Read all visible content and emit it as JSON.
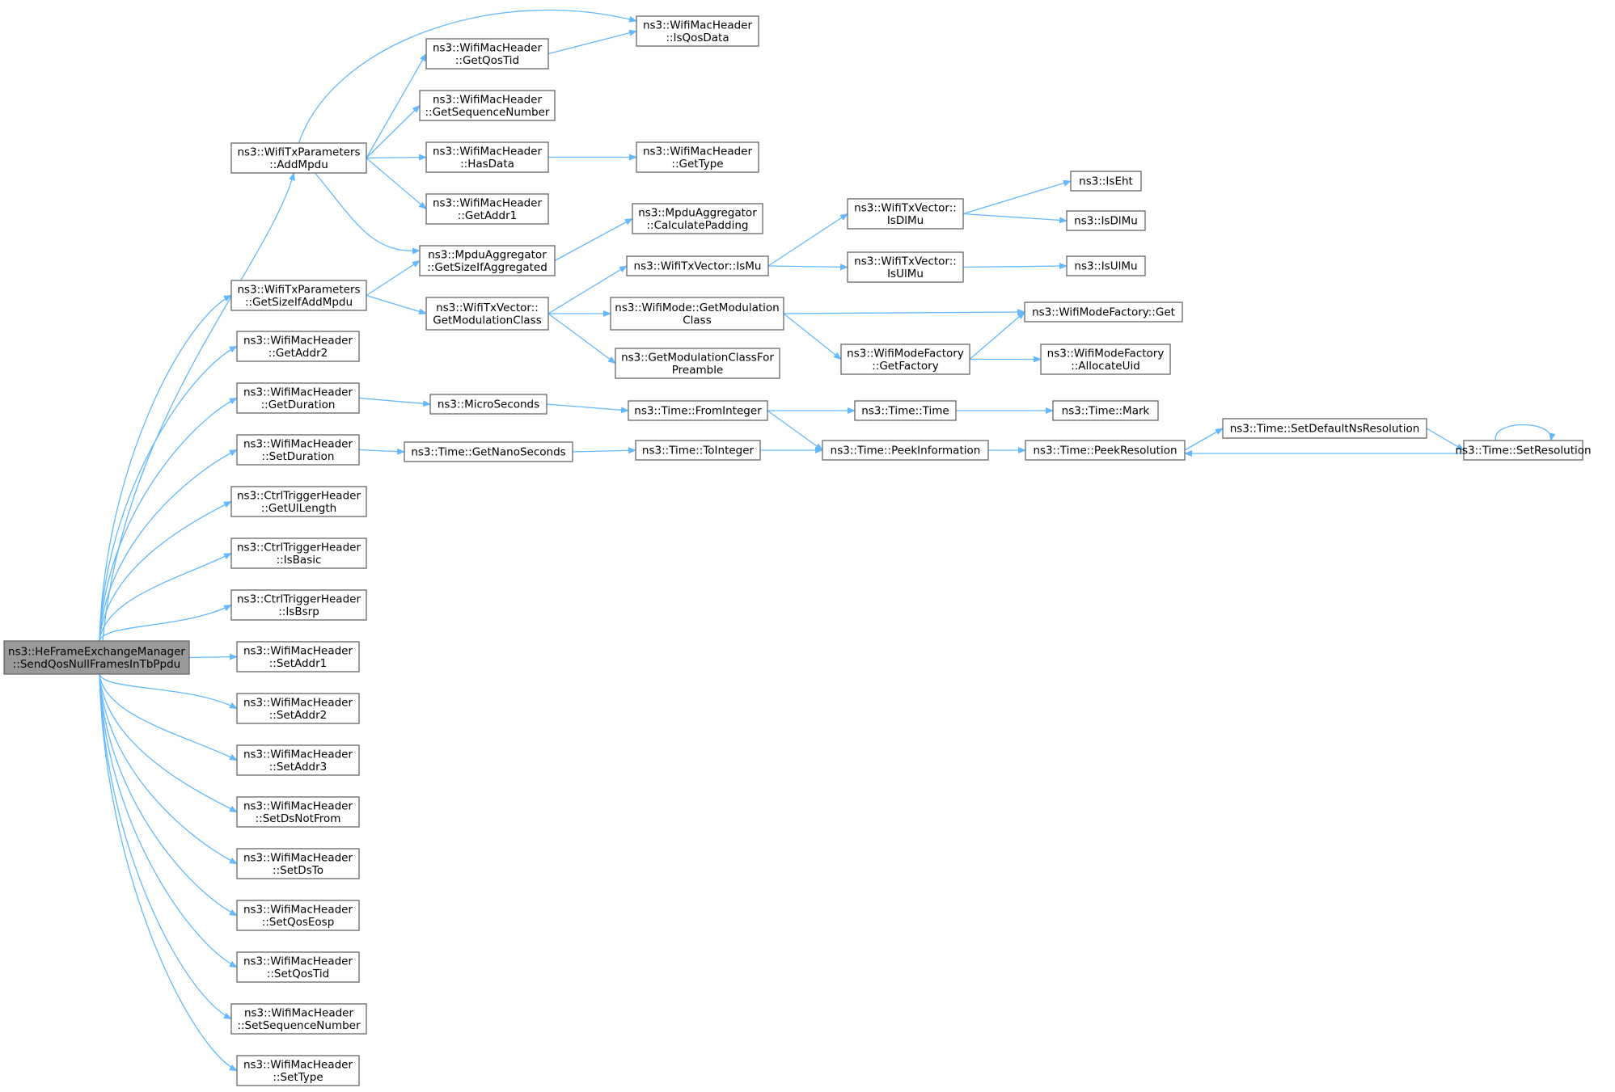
{
  "graph": {
    "edge_color": "#63b8ff",
    "node_fill": "#ffffff",
    "root_fill": "#999999",
    "node_border": "#666666",
    "root": "root",
    "nodes": [
      {
        "id": "root",
        "lines": [
          "ns3::HeFrameExchangeManager",
          "::SendQosNullFramesInTbPpdu"
        ]
      },
      {
        "id": "addMpdu",
        "lines": [
          "ns3::WifiTxParameters",
          "::AddMpdu"
        ]
      },
      {
        "id": "getSizeIfAddMpdu",
        "lines": [
          "ns3::WifiTxParameters",
          "::GetSizeIfAddMpdu"
        ]
      },
      {
        "id": "getAddr2",
        "lines": [
          "ns3::WifiMacHeader",
          "::GetAddr2"
        ]
      },
      {
        "id": "getDuration",
        "lines": [
          "ns3::WifiMacHeader",
          "::GetDuration"
        ]
      },
      {
        "id": "setDuration",
        "lines": [
          "ns3::WifiMacHeader",
          "::SetDuration"
        ]
      },
      {
        "id": "getUlLength",
        "lines": [
          "ns3::CtrlTriggerHeader",
          "::GetUlLength"
        ]
      },
      {
        "id": "isBasic",
        "lines": [
          "ns3::CtrlTriggerHeader",
          "::IsBasic"
        ]
      },
      {
        "id": "isBsrp",
        "lines": [
          "ns3::CtrlTriggerHeader",
          "::IsBsrp"
        ]
      },
      {
        "id": "setAddr1",
        "lines": [
          "ns3::WifiMacHeader",
          "::SetAddr1"
        ]
      },
      {
        "id": "setAddr2",
        "lines": [
          "ns3::WifiMacHeader",
          "::SetAddr2"
        ]
      },
      {
        "id": "setAddr3",
        "lines": [
          "ns3::WifiMacHeader",
          "::SetAddr3"
        ]
      },
      {
        "id": "setDsNotFrom",
        "lines": [
          "ns3::WifiMacHeader",
          "::SetDsNotFrom"
        ]
      },
      {
        "id": "setDsTo",
        "lines": [
          "ns3::WifiMacHeader",
          "::SetDsTo"
        ]
      },
      {
        "id": "setQosEosp",
        "lines": [
          "ns3::WifiMacHeader",
          "::SetQosEosp"
        ]
      },
      {
        "id": "setQosTid",
        "lines": [
          "ns3::WifiMacHeader",
          "::SetQosTid"
        ]
      },
      {
        "id": "setSequenceNumber",
        "lines": [
          "ns3::WifiMacHeader",
          "::SetSequenceNumber"
        ]
      },
      {
        "id": "setType",
        "lines": [
          "ns3::WifiMacHeader",
          "::SetType"
        ]
      },
      {
        "id": "getQosTid",
        "lines": [
          "ns3::WifiMacHeader",
          "::GetQosTid"
        ]
      },
      {
        "id": "getSequenceNumber",
        "lines": [
          "ns3::WifiMacHeader",
          "::GetSequenceNumber"
        ]
      },
      {
        "id": "hasData",
        "lines": [
          "ns3::WifiMacHeader",
          "::HasData"
        ]
      },
      {
        "id": "getAddr1",
        "lines": [
          "ns3::WifiMacHeader",
          "::GetAddr1"
        ]
      },
      {
        "id": "getSizeIfAggregated",
        "lines": [
          "ns3::MpduAggregator",
          "::GetSizeIfAggregated"
        ]
      },
      {
        "id": "getModulationClassTx",
        "lines": [
          "ns3::WifiTxVector::",
          "GetModulationClass"
        ]
      },
      {
        "id": "microSeconds",
        "lines": [
          "ns3::MicroSeconds"
        ]
      },
      {
        "id": "getNanoSeconds",
        "lines": [
          "ns3::Time::GetNanoSeconds"
        ]
      },
      {
        "id": "isQosData",
        "lines": [
          "ns3::WifiMacHeader",
          "::IsQosData"
        ]
      },
      {
        "id": "getType",
        "lines": [
          "ns3::WifiMacHeader",
          "::GetType"
        ]
      },
      {
        "id": "calculatePadding",
        "lines": [
          "ns3::MpduAggregator",
          "::CalculatePadding"
        ]
      },
      {
        "id": "isMu",
        "lines": [
          "ns3::WifiTxVector::IsMu"
        ]
      },
      {
        "id": "getModulationClassMode",
        "lines": [
          "ns3::WifiMode::GetModulation",
          "Class"
        ]
      },
      {
        "id": "getModulationClassForPreamble",
        "lines": [
          "ns3::GetModulationClassFor",
          "Preamble"
        ]
      },
      {
        "id": "fromInteger",
        "lines": [
          "ns3::Time::FromInteger"
        ]
      },
      {
        "id": "toInteger",
        "lines": [
          "ns3::Time::ToInteger"
        ]
      },
      {
        "id": "isDlMuTx",
        "lines": [
          "ns3::WifiTxVector::",
          "IsDlMu"
        ]
      },
      {
        "id": "isUlMuTx",
        "lines": [
          "ns3::WifiTxVector::",
          "IsUlMu"
        ]
      },
      {
        "id": "getFactory",
        "lines": [
          "ns3::WifiModeFactory",
          "::GetFactory"
        ]
      },
      {
        "id": "timeTime",
        "lines": [
          "ns3::Time::Time"
        ]
      },
      {
        "id": "peekInformation",
        "lines": [
          "ns3::Time::PeekInformation"
        ]
      },
      {
        "id": "isEht",
        "lines": [
          "ns3::IsEht"
        ]
      },
      {
        "id": "isDlMu",
        "lines": [
          "ns3::IsDlMu"
        ]
      },
      {
        "id": "isUlMu",
        "lines": [
          "ns3::IsUlMu"
        ]
      },
      {
        "id": "factoryGet",
        "lines": [
          "ns3::WifiModeFactory::Get"
        ]
      },
      {
        "id": "allocateUid",
        "lines": [
          "ns3::WifiModeFactory",
          "::AllocateUid"
        ]
      },
      {
        "id": "timeMark",
        "lines": [
          "ns3::Time::Mark"
        ]
      },
      {
        "id": "peekResolution",
        "lines": [
          "ns3::Time::PeekResolution"
        ]
      },
      {
        "id": "setDefaultNsResolution",
        "lines": [
          "ns3::Time::SetDefaultNsResolution"
        ]
      },
      {
        "id": "setResolution",
        "lines": [
          "ns3::Time::SetResolution"
        ]
      }
    ],
    "edges": [
      [
        "root",
        "addMpdu"
      ],
      [
        "root",
        "getSizeIfAddMpdu"
      ],
      [
        "root",
        "getAddr2"
      ],
      [
        "root",
        "getDuration"
      ],
      [
        "root",
        "setDuration"
      ],
      [
        "root",
        "getUlLength"
      ],
      [
        "root",
        "isBasic"
      ],
      [
        "root",
        "isBsrp"
      ],
      [
        "root",
        "setAddr1"
      ],
      [
        "root",
        "setAddr2"
      ],
      [
        "root",
        "setAddr3"
      ],
      [
        "root",
        "setDsNotFrom"
      ],
      [
        "root",
        "setDsTo"
      ],
      [
        "root",
        "setQosEosp"
      ],
      [
        "root",
        "setQosTid"
      ],
      [
        "root",
        "setSequenceNumber"
      ],
      [
        "root",
        "setType"
      ],
      [
        "addMpdu",
        "isQosData"
      ],
      [
        "addMpdu",
        "getQosTid"
      ],
      [
        "addMpdu",
        "getSequenceNumber"
      ],
      [
        "addMpdu",
        "hasData"
      ],
      [
        "addMpdu",
        "getAddr1"
      ],
      [
        "addMpdu",
        "getSizeIfAggregated"
      ],
      [
        "getQosTid",
        "isQosData"
      ],
      [
        "hasData",
        "getType"
      ],
      [
        "getSizeIfAddMpdu",
        "getSizeIfAggregated"
      ],
      [
        "getSizeIfAddMpdu",
        "getModulationClassTx"
      ],
      [
        "getSizeIfAggregated",
        "calculatePadding"
      ],
      [
        "getModulationClassTx",
        "isMu"
      ],
      [
        "getModulationClassTx",
        "getModulationClassMode"
      ],
      [
        "getModulationClassTx",
        "getModulationClassForPreamble"
      ],
      [
        "isMu",
        "isDlMuTx"
      ],
      [
        "isMu",
        "isUlMuTx"
      ],
      [
        "isDlMuTx",
        "isEht"
      ],
      [
        "isDlMuTx",
        "isDlMu"
      ],
      [
        "isUlMuTx",
        "isUlMu"
      ],
      [
        "getModulationClassMode",
        "factoryGet"
      ],
      [
        "getModulationClassMode",
        "getFactory"
      ],
      [
        "getFactory",
        "factoryGet"
      ],
      [
        "getFactory",
        "allocateUid"
      ],
      [
        "getDuration",
        "microSeconds"
      ],
      [
        "microSeconds",
        "fromInteger"
      ],
      [
        "fromInteger",
        "timeTime"
      ],
      [
        "fromInteger",
        "peekInformation"
      ],
      [
        "timeTime",
        "timeMark"
      ],
      [
        "setDuration",
        "getNanoSeconds"
      ],
      [
        "getNanoSeconds",
        "toInteger"
      ],
      [
        "toInteger",
        "peekInformation"
      ],
      [
        "peekInformation",
        "peekResolution"
      ],
      [
        "peekResolution",
        "setDefaultNsResolution"
      ],
      [
        "setDefaultNsResolution",
        "setResolution"
      ],
      [
        "setResolution",
        "peekResolution"
      ],
      [
        "setResolution",
        "setResolution"
      ]
    ]
  }
}
